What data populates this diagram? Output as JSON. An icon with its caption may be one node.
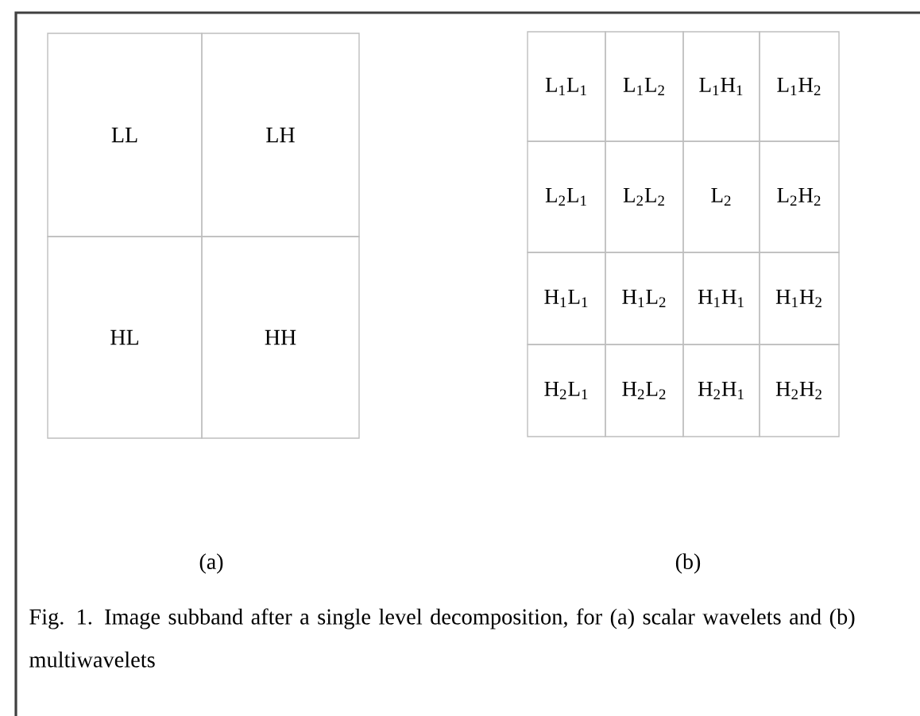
{
  "diagram": {
    "caption": "Fig. 1. Image subband after a single level decomposition, for (a) scalar wavelets and (b) multiwavelets",
    "nodes": [
      {
        "text": [
          "LL"
        ]
      },
      {
        "text": [
          "LH"
        ]
      },
      {
        "text": [
          "HL"
        ]
      },
      {
        "text": [
          "HH"
        ]
      },
      {
        "text": [
          "L$_{1}$L$_{1}$"
        ]
      },
      {
        "text": [
          "L$_{1}$L$_{2}$"
        ]
      },
      {
        "text": [
          "L$_{1}$H$_{1}$"
        ]
      },
      {
        "text": [
          "L$_{1}$H$_{2}$"
        ]
      },
      {
        "text": [
          "L$_{2}$L$_{1}$"
        ]
      },
      {
        "text": [
          "L$_{2}$L$_{2}$"
        ]
      },
      {
        "text": [
          "L$_{2}$"
        ]
      },
      {
        "text": [
          "L$_{2}$H$_{2}$"
        ]
      },
      {
        "text": [
          "H$_{1}$L$_{1}$"
        ]
      },
      {
        "text": [
          "H$_{1}$L$_{2}$"
        ]
      },
      {
        "text": [
          "H$_{1}$H$_{1}$"
        ]
      },
      {
        "text": [
          "H$_{1}$H$_{2}$"
        ]
      },
      {
        "text": [
          "H$_{2}$L$_{1}$"
        ]
      },
      {
        "text": [
          "H$_{2}$L$_{2}$"
        ]
      },
      {
        "text": [
          "H$_{2}$H$_{1}$"
        ]
      },
      {
        "text": [
          "H$_{2}$H$_{2}$"
        ]
      }
    ],
    "labels": [
      "(a)",
      "(b)"
    ]
  }
}
